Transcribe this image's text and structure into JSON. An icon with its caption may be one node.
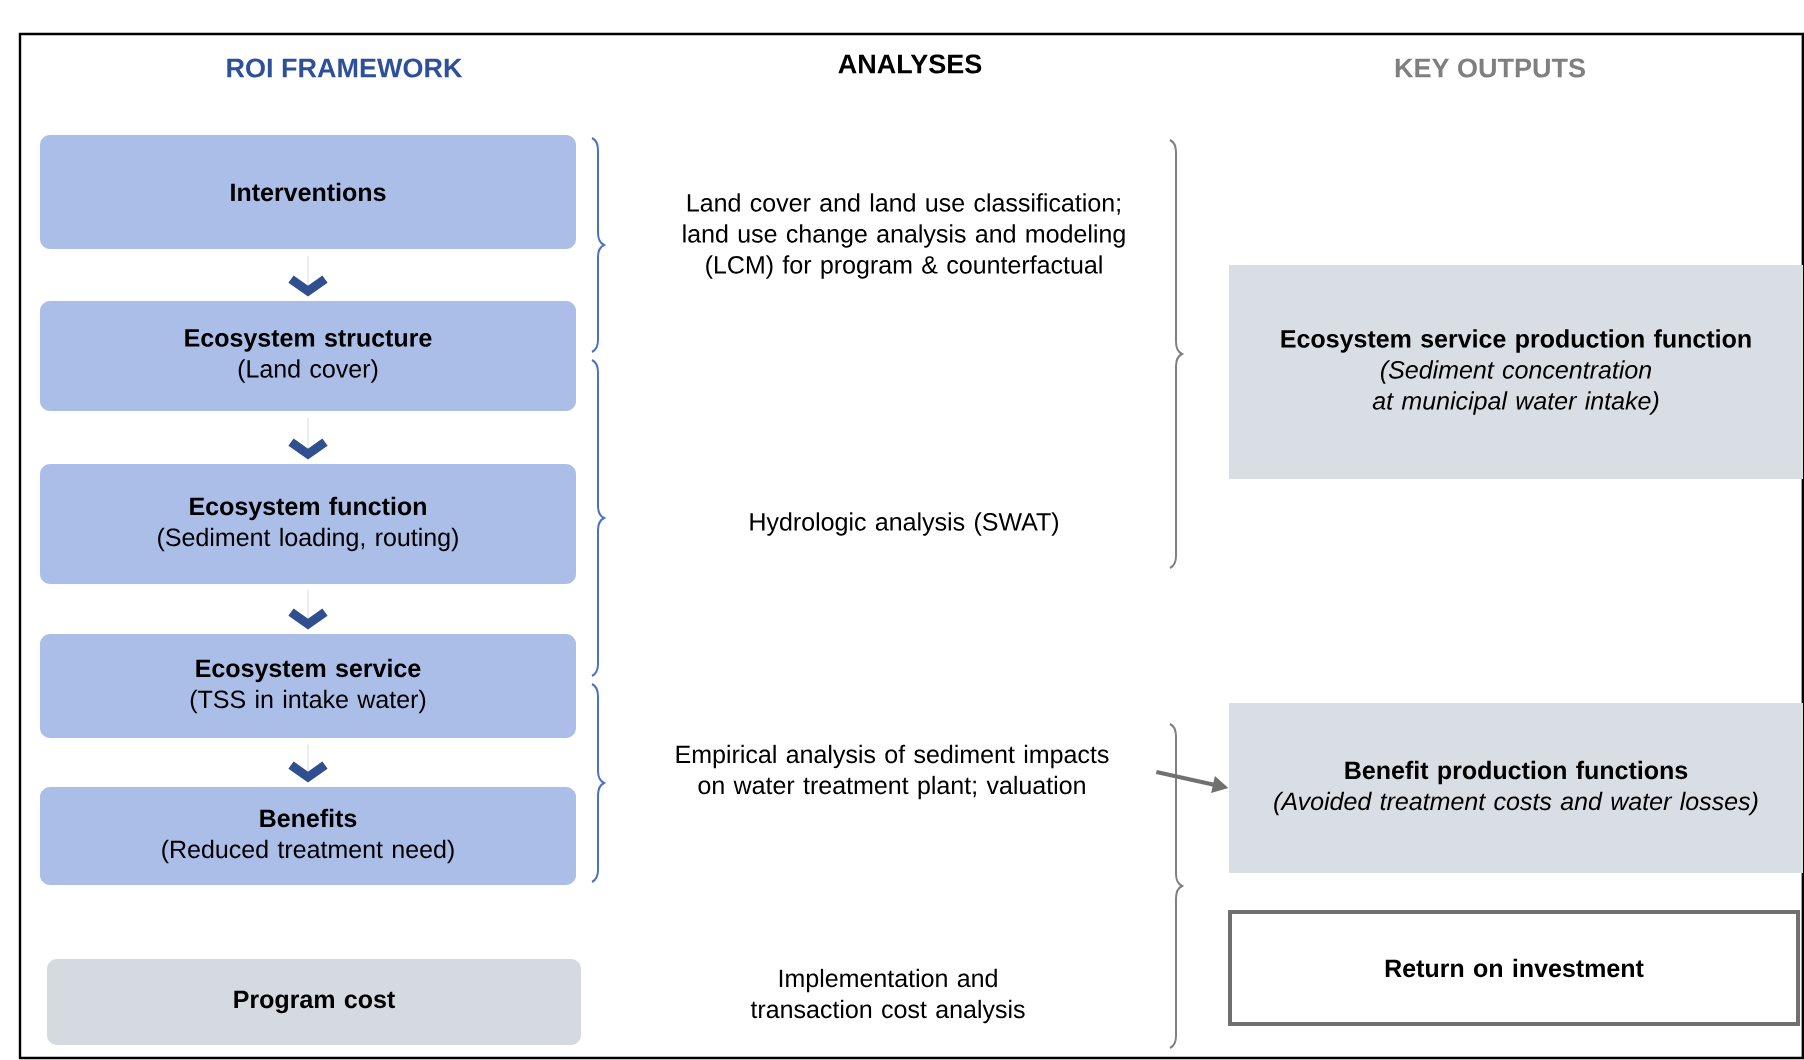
{
  "diagram": {
    "nodes": [
      {
        "text": [
          "Interventions"
        ]
      },
      {
        "text": [
          "Ecosystem structure",
          "(Land cover)"
        ]
      },
      {
        "text": [
          "Ecosystem function",
          "(Sediment loading, routing)"
        ]
      },
      {
        "text": [
          "Ecosystem service",
          "(TSS in intake water)"
        ]
      },
      {
        "text": [
          "Benefits",
          "(Reduced treatment need)"
        ]
      },
      {
        "text": [
          "Program cost"
        ]
      },
      {
        "text": [
          "Land cover and land use classification; land use change analysis and modeling (LCM) for program & counterfactual"
        ]
      },
      {
        "text": [
          "Hydrologic analysis (SWAT)"
        ]
      },
      {
        "text": [
          "Empirical analysis of sediment impacts on water treatment plant; valuation"
        ]
      },
      {
        "text": [
          "Implementation and transaction cost analysis"
        ]
      },
      {
        "text": [
          "Ecosystem service production function",
          "(Sediment concentration at municipal water intake)"
        ]
      },
      {
        "text": [
          "Benefit production functions",
          "(Avoided treatment costs and water losses)"
        ]
      },
      {
        "text": [
          "Return on investment"
        ]
      }
    ],
    "edges": [
      {
        "from": 0,
        "to": 1,
        "arrow": "to"
      },
      {
        "from": 1,
        "to": 2,
        "arrow": "to"
      },
      {
        "from": 2,
        "to": 3,
        "arrow": "to"
      },
      {
        "from": 3,
        "to": 4,
        "arrow": "to"
      },
      {
        "from": 8,
        "to": 11,
        "arrow": "to"
      }
    ],
    "labels": [
      "ROI FRAMEWORK",
      "ANALYSES",
      "KEY OUTPUTS"
    ]
  }
}
